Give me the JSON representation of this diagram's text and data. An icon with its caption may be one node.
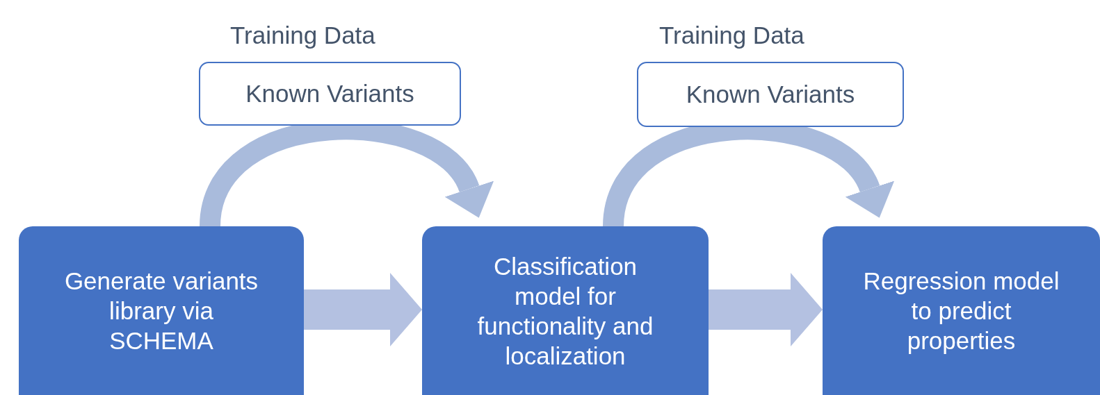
{
  "diagram": {
    "nodes": [
      {
        "text": [
          "Generate variants library via SCHEMA"
        ]
      },
      {
        "text": [
          "Classification model for functionality and localization"
        ]
      },
      {
        "text": [
          "Regression model to predict properties"
        ]
      },
      {
        "text": [
          "Training Data",
          "Known Variants"
        ]
      },
      {
        "text": [
          "Training Data",
          "Known Variants"
        ]
      }
    ],
    "edges": [
      {
        "from": 0,
        "to": 1,
        "arrow": "to",
        "style": "thick",
        "color": "#b4c1e1"
      },
      {
        "from": 1,
        "to": 2,
        "arrow": "to",
        "style": "thick",
        "color": "#b4c1e1"
      },
      {
        "from": 0,
        "to": 1,
        "arrow": "to",
        "color": "#a9bbdc"
      },
      {
        "from": 1,
        "to": 2,
        "arrow": "to",
        "color": "#a9bbdc"
      }
    ]
  }
}
